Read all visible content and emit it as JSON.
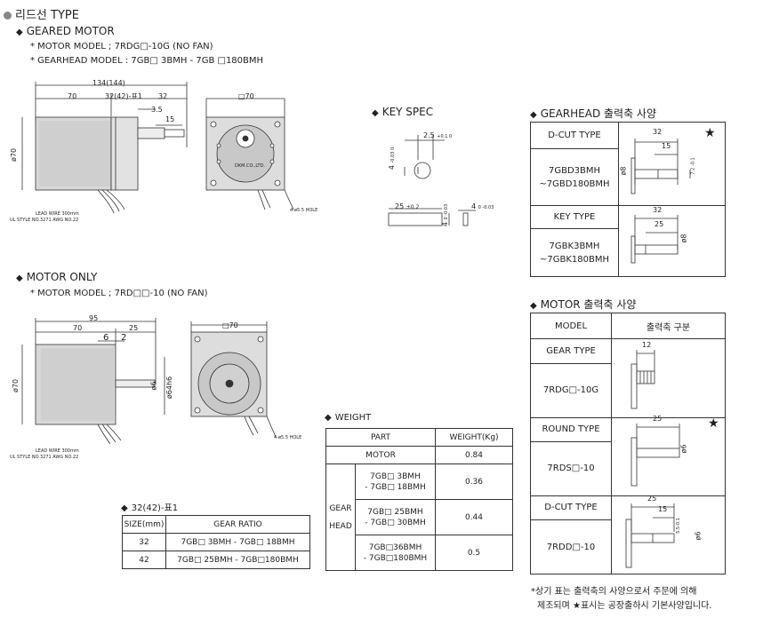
{
  "page_title": "리드선 TYPE",
  "geared": {
    "heading": "GEARED MOTOR",
    "model_line": "* MOTOR MODEL ; 7RDG□-10G (NO FAN)",
    "gearhead_line": "* GEARHEAD MODEL : 7GB□ 3BMH - 7GB □180BMH",
    "dims": {
      "total": "134(144)",
      "d70": "70",
      "d32a": "32(42)-표1",
      "d32b": "32",
      "d35": "3.5",
      "d15": "15",
      "sq": "□70",
      "dia": "ø70"
    },
    "lead_wire": "LEAD WIRE 300mm",
    "ul": "UL STYLE NO.3271 AWG NO.22",
    "hole": "4-ø5.5 HOLE",
    "maker": "DKM.CO.,LTD."
  },
  "key_spec": {
    "heading": "KEY SPEC",
    "k1": "2.5",
    "k1tol": "+0.1 0",
    "k2": "4",
    "k2tol": "-0.03 0",
    "k3": "25",
    "k3tol": "±0.2",
    "k4": "4",
    "k4tol": "0 -0.03",
    "k5": "4",
    "k5tol": "0 -0.03"
  },
  "gearhead_shaft": {
    "heading": "GEARHEAD 출력축 사양",
    "star": "★",
    "rows": [
      {
        "type": "D-CUT TYPE",
        "models": [
          "7GBD3BMH",
          "~7GBD180BMH"
        ],
        "d32": "32",
        "d15": "15",
        "dia": "ø8",
        "dtol": "7.2 -0.1"
      },
      {
        "type": "KEY TYPE",
        "models": [
          "7GBK3BMH",
          "~7GBK180BMH"
        ],
        "d32": "32",
        "d25": "25",
        "dia": "ø8"
      }
    ]
  },
  "motor_only": {
    "heading": "MOTOR ONLY",
    "model_line": "* MOTOR MODEL ; 7RD□□-10 (NO FAN)",
    "dims": {
      "total": "95",
      "d70": "70",
      "d25": "25",
      "d6": "6",
      "d2": "2",
      "sq": "□70",
      "dia": "ø70",
      "shaft": "ø6",
      "pilot": "ø64h6"
    },
    "lead_wire": "LEAD WIRE 300mm",
    "ul": "UL STYLE NO.3271 AWG NO.22",
    "hole": "4-ø5.5 HOLE"
  },
  "weight": {
    "heading": "WEIGHT",
    "col_part": "PART",
    "col_weight": "WEIGHT(Kg)",
    "motor_label": "MOTOR",
    "motor_weight": "0.84",
    "gear_label_1": "GEAR",
    "gear_label_2": "HEAD",
    "rows": [
      {
        "l1": "7GB□ 3BMH",
        "l2": "- 7GB□ 18BMH",
        "w": "0.36"
      },
      {
        "l1": "7GB□ 25BMH",
        "l2": "- 7GB□ 30BMH",
        "w": "0.44"
      },
      {
        "l1": "7GB□36BMH",
        "l2": "- 7GB□180BMH",
        "w": "0.5"
      }
    ]
  },
  "table1": {
    "heading": "32(42)-표1",
    "col_size": "SIZE(mm)",
    "col_ratio": "GEAR RATIO",
    "rows": [
      {
        "size": "32",
        "ratio": "7GB□ 3BMH - 7GB□ 18BMH"
      },
      {
        "size": "42",
        "ratio": "7GB□ 25BMH - 7GB□180BMH"
      }
    ]
  },
  "motor_shaft": {
    "heading": "MOTOR 출력축 사양",
    "col_model": "MODEL",
    "col_class": "출력축 구분",
    "star": "★",
    "rows": [
      {
        "type": "GEAR TYPE",
        "model": "7RDG□-10G",
        "d": "12"
      },
      {
        "type": "ROUND TYPE",
        "model": "7RDS□-10",
        "d": "25",
        "dia": "ø6"
      },
      {
        "type": "D-CUT TYPE",
        "model": "7RDD□-10",
        "d": "25",
        "d15": "15",
        "dia": "ø6",
        "dtol": "5.5-0.1"
      }
    ]
  },
  "footnote": {
    "line1": "*상기 표는 출력축의 사양으로서 주문에 의해",
    "line2": "제조되며 ★표시는 공장출하시 기본사양입니다."
  }
}
